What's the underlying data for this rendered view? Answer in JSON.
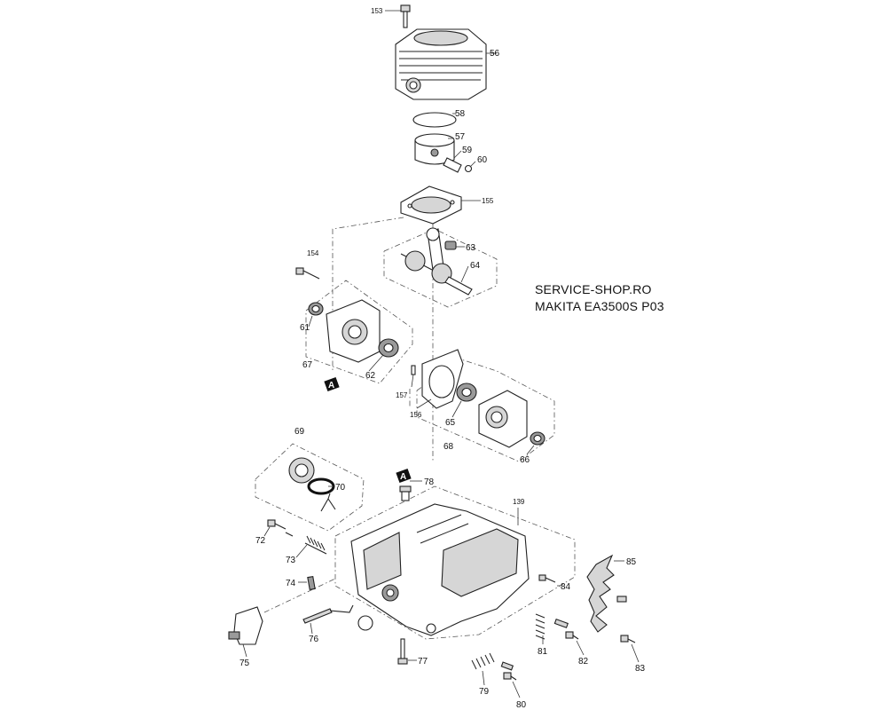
{
  "caption": {
    "line1": "SERVICE-SHOP.RO",
    "line2": "MAKITA EA3500S P03"
  },
  "callouts": {
    "p153": "153",
    "p56": "56",
    "p58": "58",
    "p57": "57",
    "p59": "59",
    "p60": "60",
    "p155": "155",
    "p63": "63",
    "p64": "64",
    "p154": "154",
    "p61": "61",
    "p67": "67",
    "p62": "62",
    "p157": "157",
    "p156": "156",
    "p65": "65",
    "p68": "68",
    "p66": "66",
    "p69": "69",
    "p70": "70",
    "p78": "78",
    "p139": "139",
    "p72": "72",
    "p73": "73",
    "p74": "74",
    "p75": "75",
    "p76": "76",
    "p77": "77",
    "p79": "79",
    "p80": "80",
    "p81": "81",
    "p82": "82",
    "p83": "83",
    "p84": "84",
    "p85": "85"
  },
  "markers": {
    "a1": "A",
    "a2": "A"
  }
}
